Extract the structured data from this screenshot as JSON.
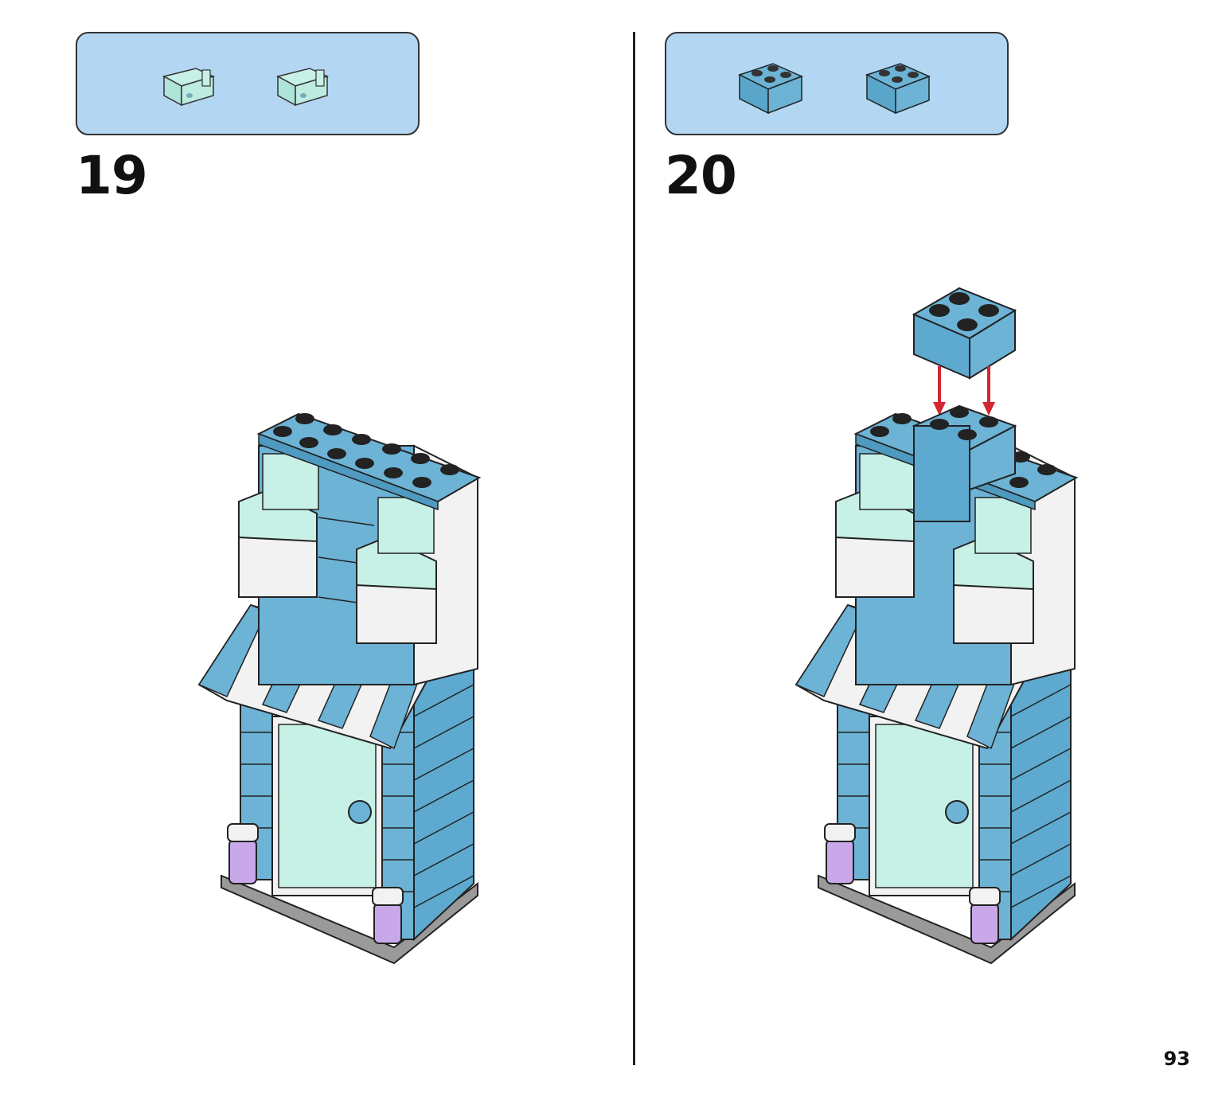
{
  "steps": [
    {
      "number": "19",
      "parts": [
        {
          "icon": "transparent-window-brick-icon",
          "color": "#a8ead8"
        },
        {
          "icon": "transparent-window-brick-icon",
          "color": "#a8ead8"
        }
      ]
    },
    {
      "number": "20",
      "parts": [
        {
          "icon": "blue-2x2-brick-icon",
          "color": "#6cb3d5"
        },
        {
          "icon": "blue-2x2-brick-icon",
          "color": "#6cb3d5"
        }
      ]
    }
  ],
  "page_number": "93",
  "colors": {
    "brick_blue": "#6cb3d5",
    "brick_blue_dark": "#4e9ac0",
    "transparent": "#c7f0e6",
    "white": "#f2f2f2",
    "base_grey": "#9a9a9a",
    "lavender": "#c9a8ea",
    "arrow_red": "#d22630",
    "parts_bg": "#b3d6f3"
  }
}
